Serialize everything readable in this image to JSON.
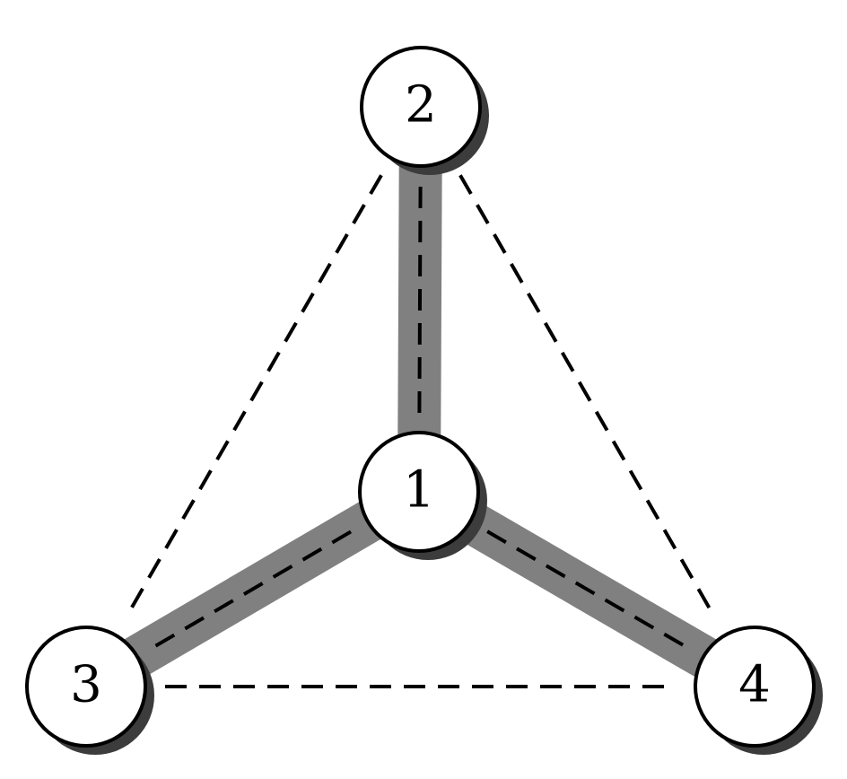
{
  "colors": {
    "background": "#ffffff",
    "thick_edge": "#808080",
    "dashed_edge": "#000000",
    "node_fill": "#ffffff",
    "node_stroke": "#000000",
    "node_shadow": "#3c3c3c"
  },
  "nodes": [
    {
      "id": "n1",
      "label": "1"
    },
    {
      "id": "n2",
      "label": "2"
    },
    {
      "id": "n3",
      "label": "3"
    },
    {
      "id": "n4",
      "label": "4"
    }
  ],
  "edges": [
    {
      "from": "n1",
      "to": "n2",
      "style": "thick-dashed"
    },
    {
      "from": "n1",
      "to": "n3",
      "style": "thick-dashed"
    },
    {
      "from": "n1",
      "to": "n4",
      "style": "thick-dashed"
    },
    {
      "from": "n2",
      "to": "n3",
      "style": "dashed"
    },
    {
      "from": "n2",
      "to": "n4",
      "style": "dashed"
    },
    {
      "from": "n3",
      "to": "n4",
      "style": "dashed"
    }
  ]
}
